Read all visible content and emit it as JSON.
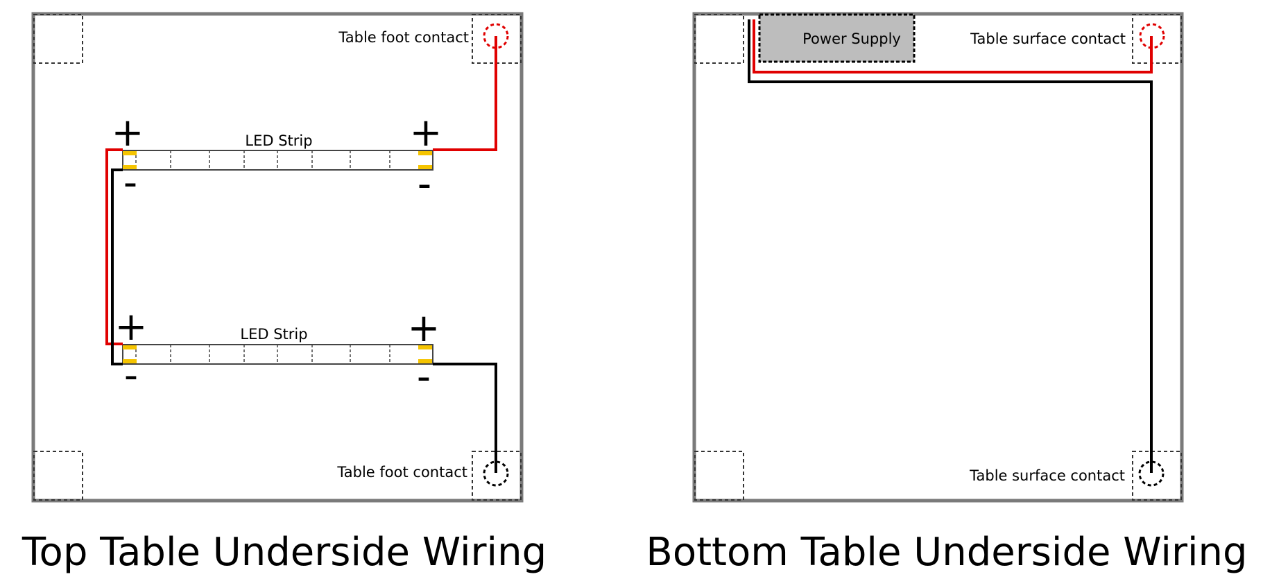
{
  "top_panel": {
    "title": "Top Table Underside Wiring",
    "contact_top": "Table foot contact",
    "contact_bottom": "Table foot contact",
    "strip_upper_label": "LED Strip",
    "strip_lower_label": "LED Strip",
    "plus": "+",
    "minus": "-"
  },
  "bottom_panel": {
    "title": "Bottom Table Underside Wiring",
    "power_supply": "Power Supply",
    "contact_top": "Table surface contact",
    "contact_bottom": "Table surface contact"
  },
  "colors": {
    "positive_wire": "#e00000",
    "negative_wire": "#000000",
    "frame": "#7a7a7a",
    "led_pad": "#f5c400",
    "power_supply_fill": "#bdbdbd"
  }
}
